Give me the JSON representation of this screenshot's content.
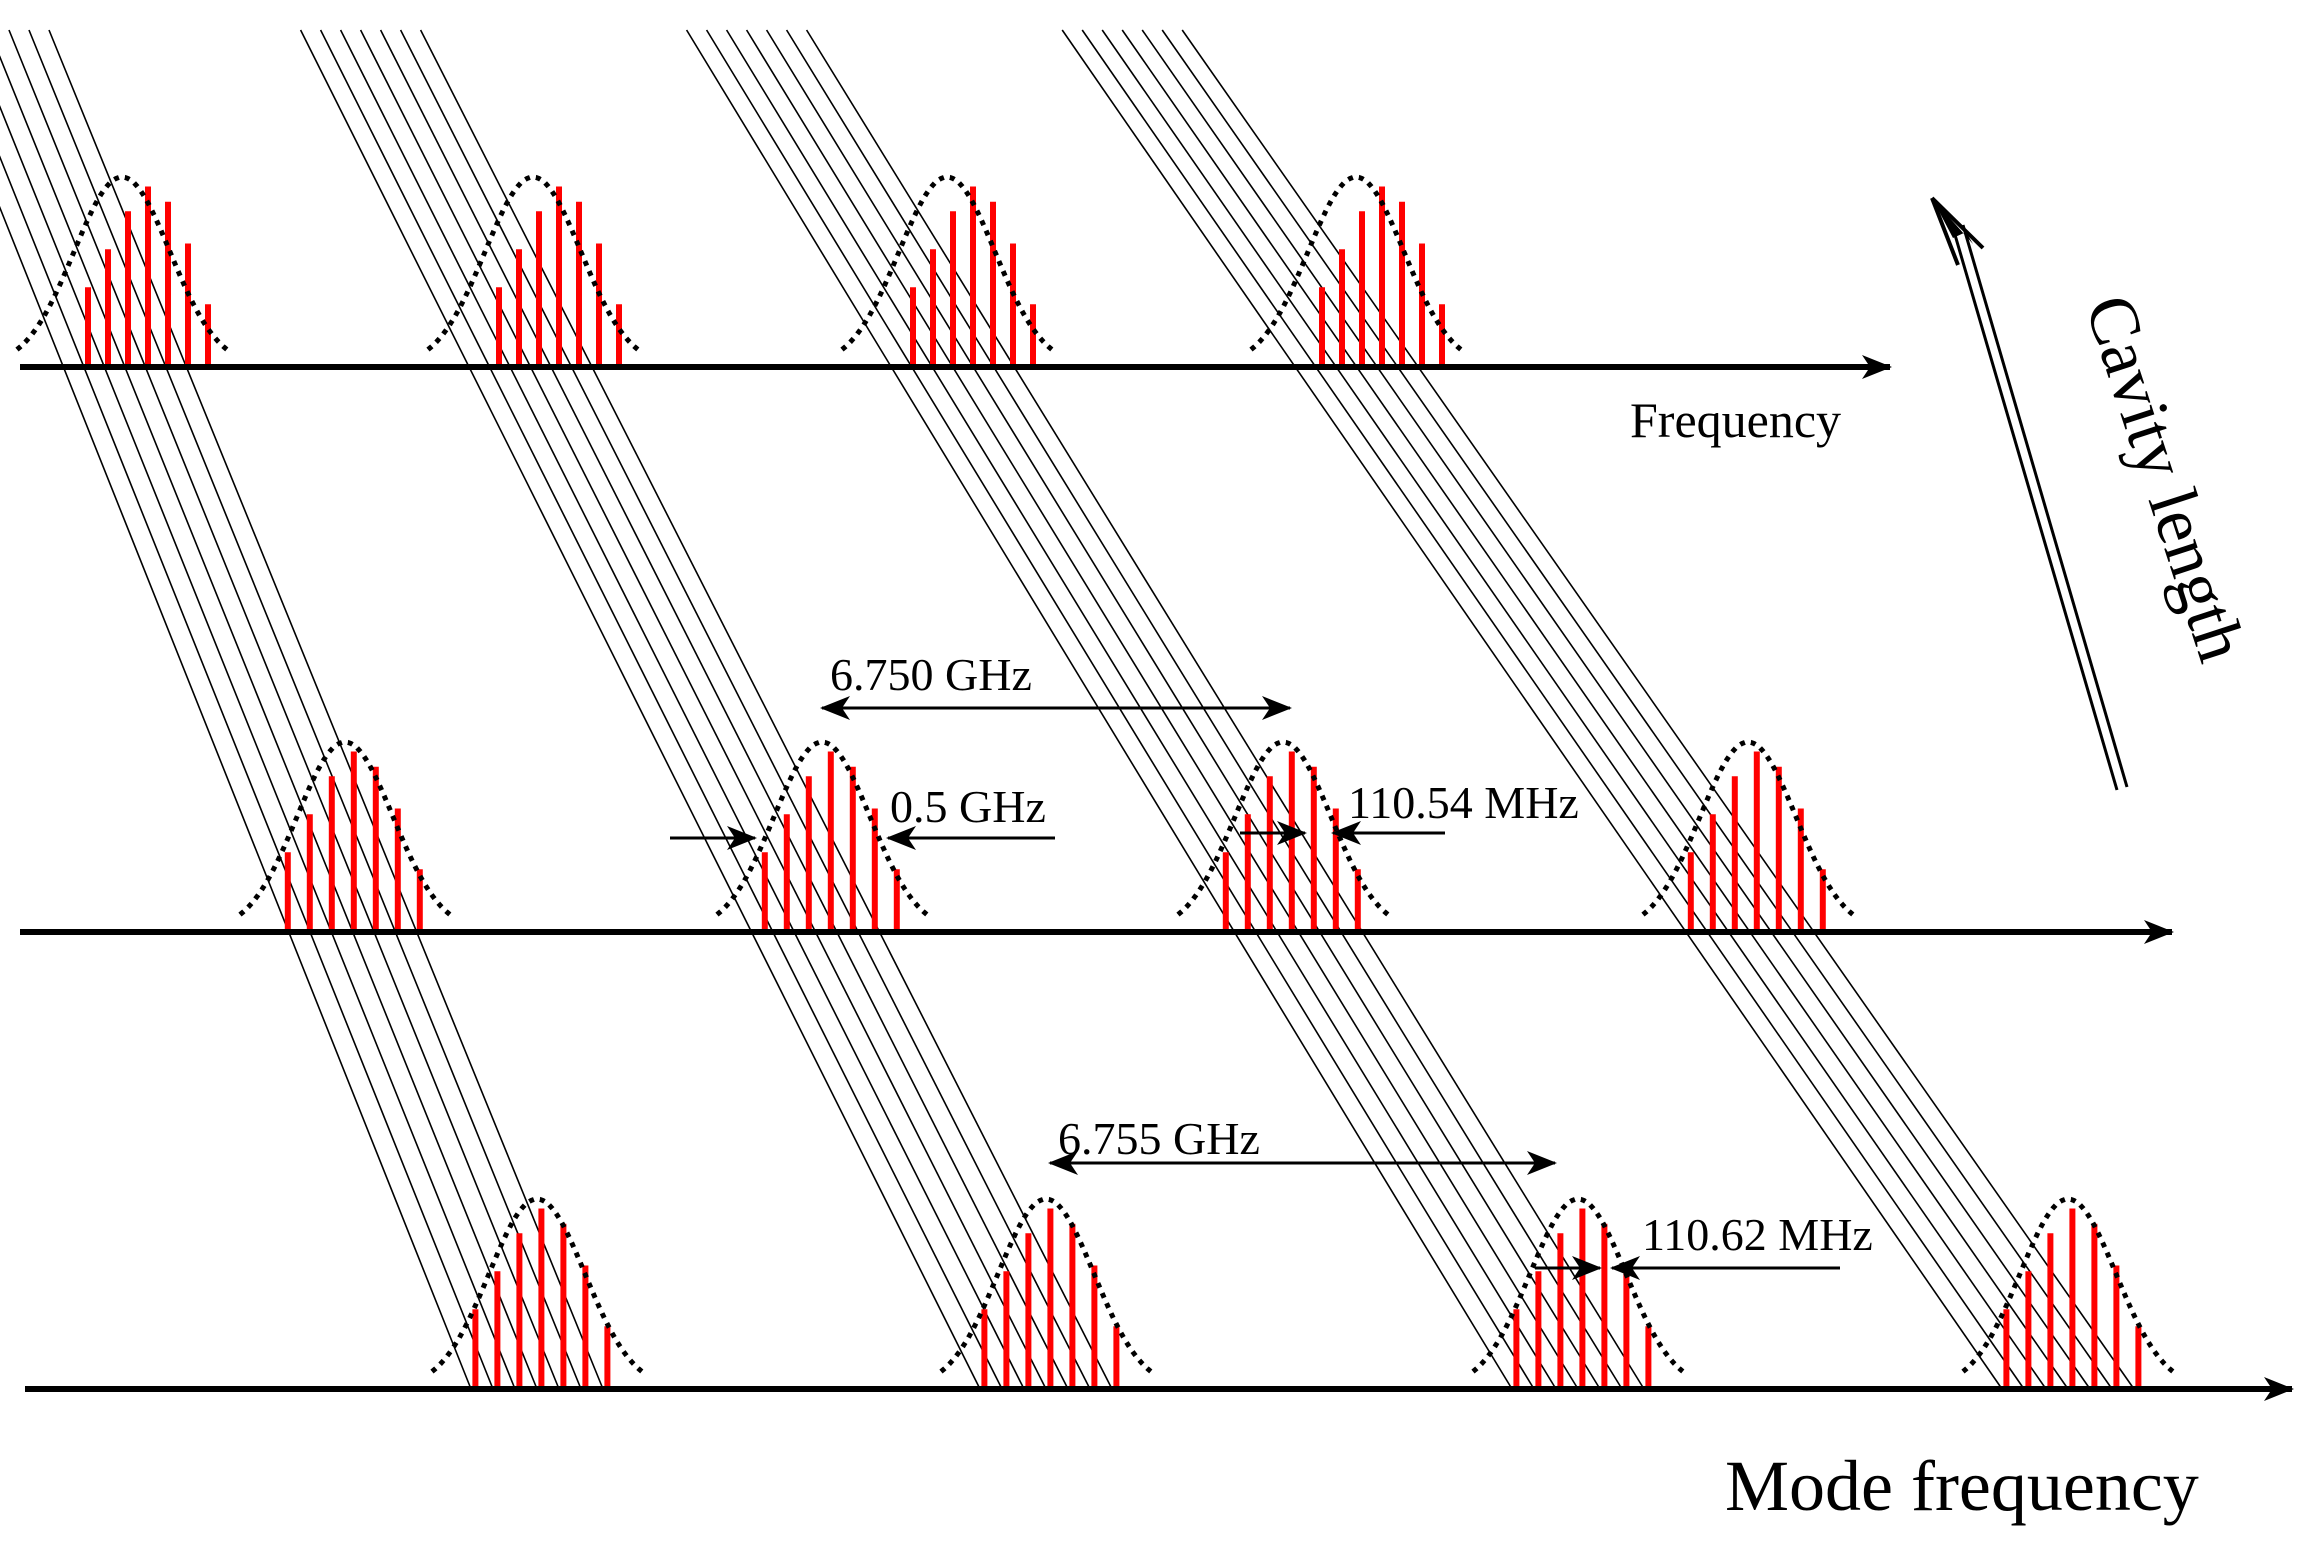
{
  "labels": {
    "top_axis": "Frequency",
    "bottom_axis": "Mode frequency",
    "side_arrow": "Cavity length",
    "spacing_mid": "6.750 GHz",
    "width_mid": "0.5 GHz",
    "mode_spacing_mid": "110.54 MHz",
    "spacing_bottom": "6.755 GHz",
    "mode_spacing_bottom": "110.62 MHz"
  },
  "colors": {
    "mode_line": "#ff0000",
    "envelope": "#000000",
    "axis": "#000000"
  },
  "rows": [
    {
      "id": "top",
      "peaks": 4,
      "modes_per_peak": 7
    },
    {
      "id": "middle",
      "peaks": 4,
      "modes_per_peak": 7
    },
    {
      "id": "bottom",
      "peaks": 4,
      "modes_per_peak": 7
    }
  ]
}
